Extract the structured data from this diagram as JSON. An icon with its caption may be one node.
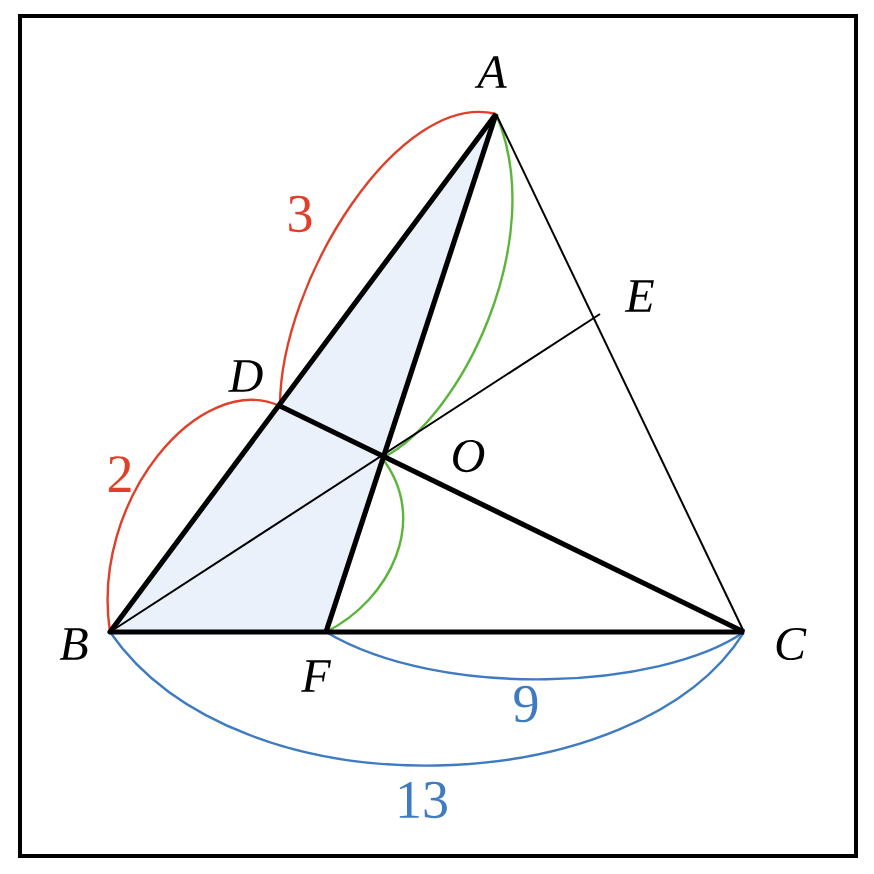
{
  "diagram": {
    "labels": [
      "A",
      "3",
      "E",
      "D",
      "O",
      "2",
      "B",
      "F",
      "C",
      "9",
      "13"
    ]
  }
}
